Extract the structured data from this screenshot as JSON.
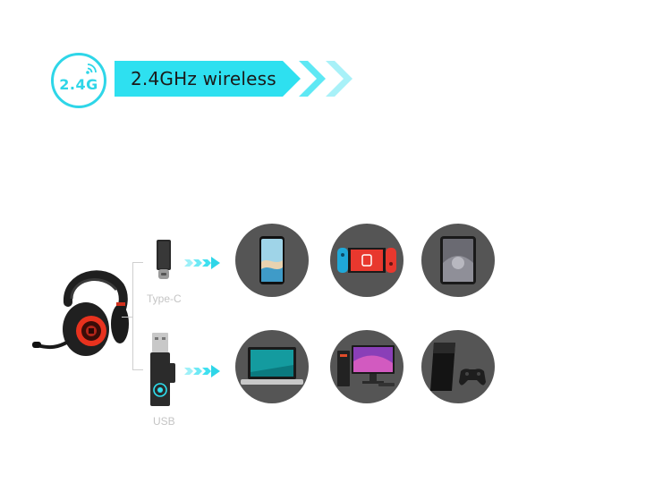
{
  "badge": {
    "text": "2.4G",
    "icon": "wireless-signal-icon"
  },
  "banner": {
    "label": "2.4GHz wireless"
  },
  "connectors": [
    {
      "caption": "Type-C",
      "icon": "usb-c-dongle-icon"
    },
    {
      "caption": "USB",
      "icon": "usb-a-dongle-icon"
    }
  ],
  "devices": {
    "typec": [
      "smartphone-icon",
      "switch-console-icon",
      "tablet-icon"
    ],
    "usb": [
      "laptop-icon",
      "desktop-pc-icon",
      "playstation-console-icon"
    ]
  },
  "colors": {
    "accent": "#2ee0f0",
    "accent_border": "#2ed6e8",
    "circle": "#555555",
    "caption": "#c4c4c4",
    "headset_red": "#e8321e"
  }
}
